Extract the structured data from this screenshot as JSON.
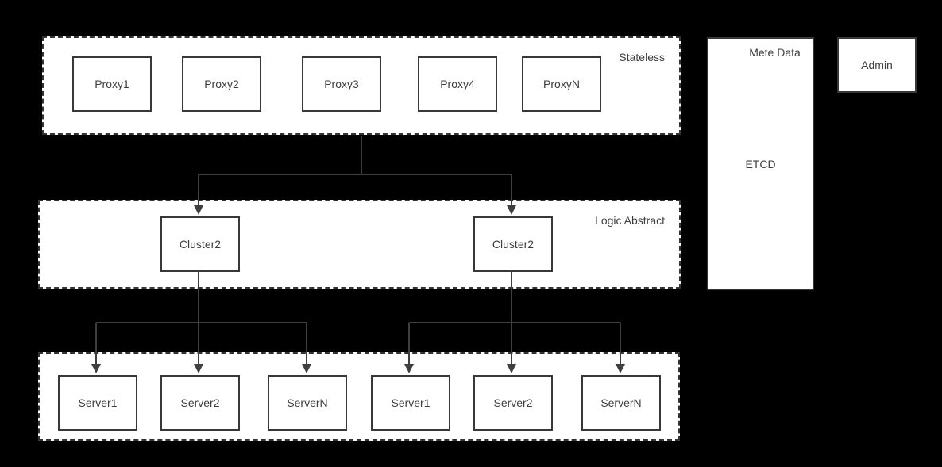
{
  "canvas": {
    "background": "#000000"
  },
  "colors": {
    "container_fill": "#ffffff",
    "border": "#383838",
    "dashed_border": "#333333",
    "connector": "#3f3f3f",
    "text": "#3d3d3d"
  },
  "stateless": {
    "label": "Stateless",
    "proxies": [
      "Proxy1",
      "Proxy2",
      "Proxy3",
      "Proxy4",
      "ProxyN"
    ]
  },
  "logic_abstract": {
    "label": "Logic Abstract",
    "clusters": [
      "Cluster2",
      "Cluster2"
    ]
  },
  "servers": {
    "group1": [
      "Server1",
      "Server2",
      "ServerN"
    ],
    "group2": [
      "Server1",
      "Server2",
      "ServerN"
    ]
  },
  "meta_data": {
    "label": "Mete Data",
    "node": "ETCD"
  },
  "admin": {
    "label": "Admin"
  }
}
